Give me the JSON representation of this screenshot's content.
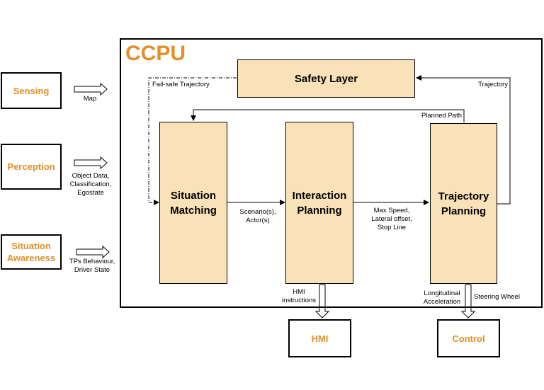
{
  "ccpu": {
    "title": "CCPU"
  },
  "inputs": {
    "sensing": "Sensing",
    "perception": "Perception",
    "situation_awareness": "Situation Awareness"
  },
  "input_labels": {
    "map": "Map",
    "object_data": "Object Data, Classification, Egostate",
    "tps": "TPs Behaviour, Driver State"
  },
  "modules": {
    "safety_layer": "Safety Layer",
    "situation_matching": "Situation Matching",
    "interaction_planning": "Interaction Planning",
    "trajectory_planning": "Trajectory Planning"
  },
  "flow_labels": {
    "fail_safe": "Fail-safe Trajectory",
    "trajectory": "Trajectory",
    "planned_path": "Planned Path",
    "scenario_actor": "Scenario(s), Actor(s)",
    "max_speed": "Max Speed, Lateral offset, Stop Line",
    "hmi_instructions": "HMI instructions",
    "longitudinal": "Longitudinal Acceleration",
    "steering": "Steering Wheel"
  },
  "outputs": {
    "hmi": "HMI",
    "control": "Control"
  },
  "colors": {
    "accent": "#e0902b",
    "module_fill": "#fae2b8"
  }
}
